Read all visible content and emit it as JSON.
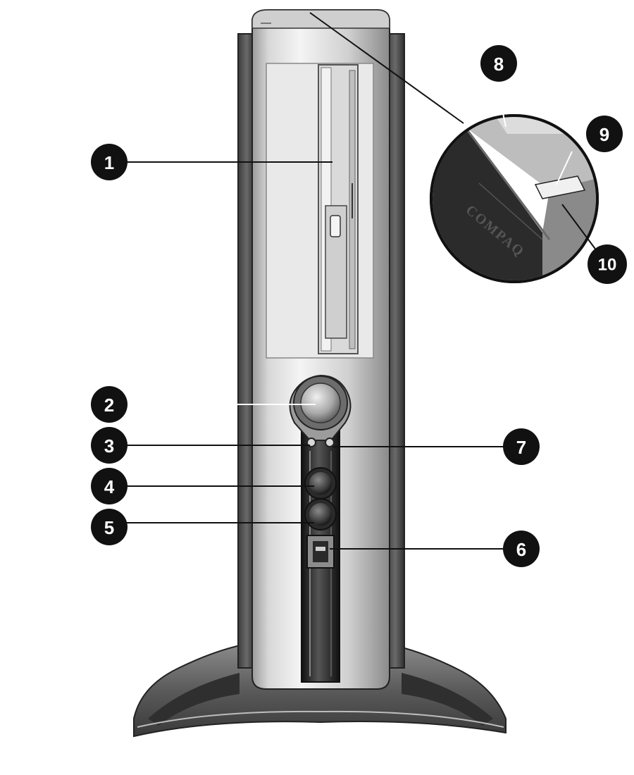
{
  "callouts": {
    "c1": "1",
    "c2": "2",
    "c3": "3",
    "c4": "4",
    "c5": "5",
    "c6": "6",
    "c7": "7",
    "c8": "8",
    "c9": "9",
    "c10": "10"
  },
  "inset": {
    "logo_text": "COMPAQ"
  }
}
